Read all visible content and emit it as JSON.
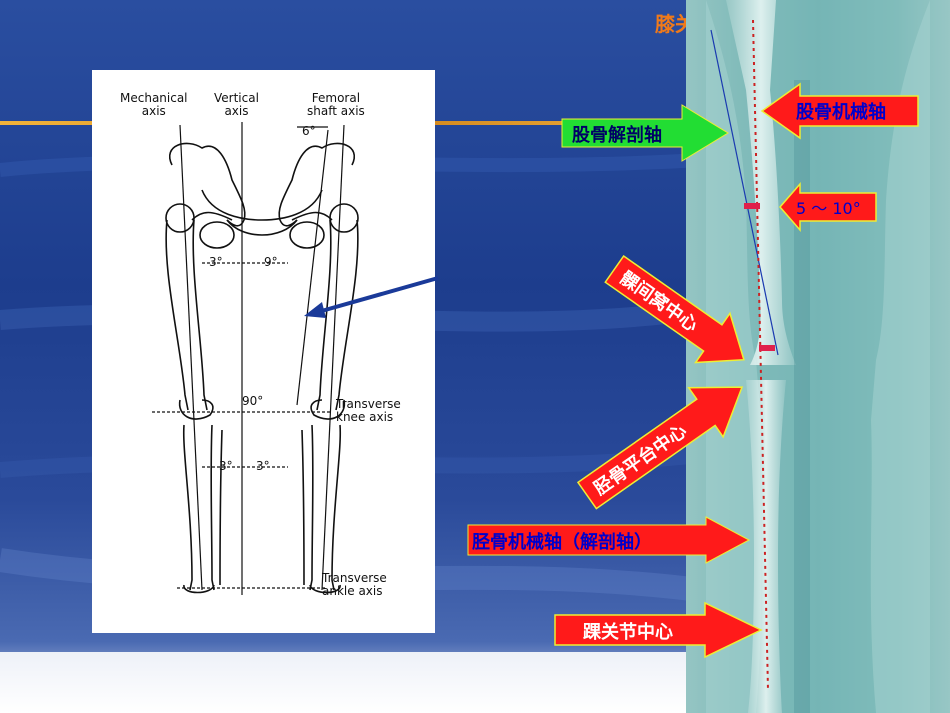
{
  "slide": {
    "title": "膝关",
    "colors": {
      "title": "#f07a1a",
      "background": "#1f3f8f",
      "accent_line": "#f2b33a"
    }
  },
  "diagram": {
    "labels": {
      "mechanical_axis": "Mechanical\naxis",
      "vertical_axis": "Vertical\naxis",
      "femoral_shaft_axis": "Femoral\nshaft axis",
      "angle_6": "6°",
      "angle_3_top": "3°",
      "angle_9": "9°",
      "angle_90": "90°",
      "transverse_knee_axis": "Transverse\nknee axis",
      "angle_3_left": "3°",
      "angle_3_right": "3°",
      "transverse_ankle_axis": "Transverse\nankle axis"
    }
  },
  "annotations": {
    "femur_anatomical_axis": "股骨解剖轴",
    "femur_mechanical_axis": "股骨机械轴",
    "angle_range": "5 ～ 10°",
    "intercondylar_notch_center": "髁间窝中心",
    "tibial_plateau_center": "胫骨平台中心",
    "tibial_mechanical_axis": "胫骨机械轴（解剖轴）",
    "ankle_center": "踝关节中心"
  },
  "colors": {
    "green_arrow": "#22dd33",
    "red_arrow": "#ff1a1a",
    "arrow_border": "#ffee33",
    "text_on_green": "#000066",
    "text_on_red": "#ffffff",
    "text_blue": "#0000cc",
    "pointer_arrow": "#1a3a99"
  }
}
